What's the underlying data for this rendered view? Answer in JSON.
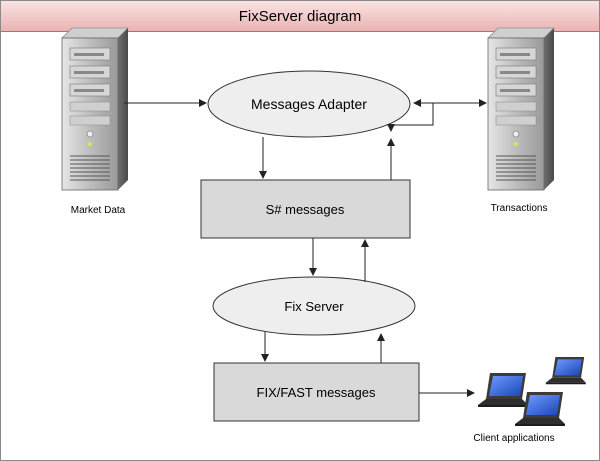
{
  "title": "FixServer diagram",
  "nodes": {
    "market_data": "Market Data",
    "transactions": "Transactions",
    "messages_adapter": "Messages Adapter",
    "sharp_messages": "S# messages",
    "fix_server": "Fix Server",
    "fix_fast_messages": "FIX/FAST messages",
    "client_applications": "Client applications"
  },
  "colors": {
    "title_fill": "#f2c9c9",
    "box_fill": "#d9d9d9",
    "ellipse_fill": "#eeeeee",
    "server_fill": "#a8a8a8",
    "laptop_screen": "#2a5fd8"
  }
}
